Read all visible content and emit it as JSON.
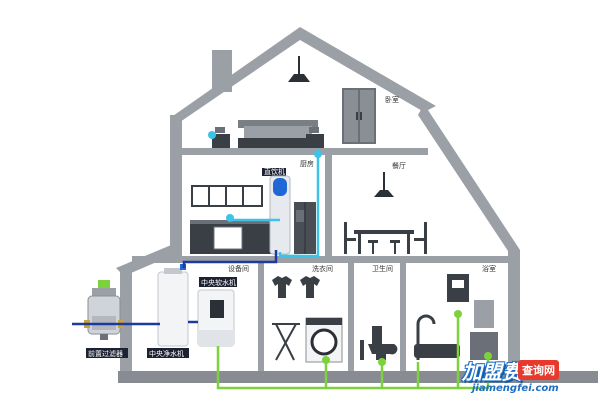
{
  "labels": {
    "bedroom": "卧室",
    "kitchen": "厨房",
    "dining": "餐厅",
    "drinking_machine": "直饮机",
    "equipment_room": "设备间",
    "laundry": "洗衣间",
    "bathroom": "卫生间",
    "bath": "浴室",
    "softener": "中央软水机",
    "purifier": "中央净水机",
    "prefilter": "前置过滤器"
  },
  "watermark": {
    "brand": "加盟费",
    "tag": "查询网",
    "url": "jiamengfei.com"
  },
  "colors": {
    "house_gray": "#9aa0a6",
    "house_inner": "#ffffff",
    "pipe_blue": "#1f3a9e",
    "pipe_cyan": "#3cc3e6",
    "pipe_green": "#7dd13c",
    "appliance_blue": "#1f66d6",
    "label_box": "#1d2233"
  }
}
